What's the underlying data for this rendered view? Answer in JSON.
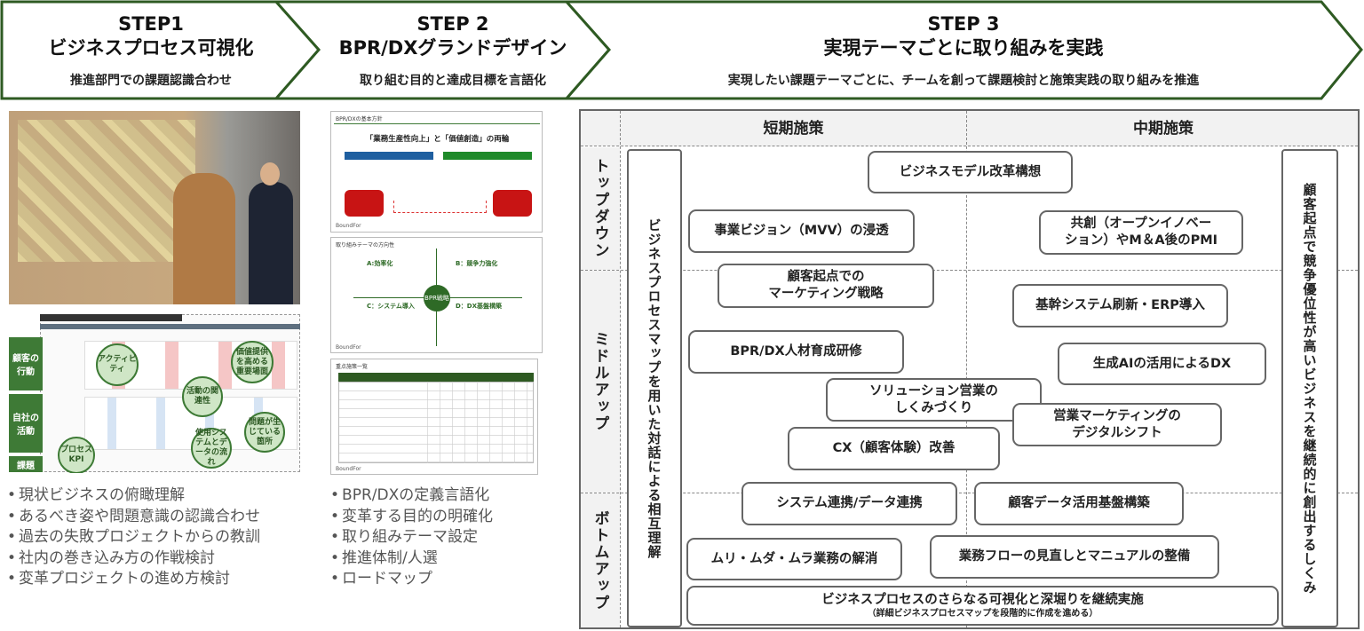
{
  "steps": [
    {
      "title": "STEP1",
      "subtitle": "ビジネスプロセス可視化",
      "description": "推進部門での課題認識合わせ"
    },
    {
      "title": "STEP 2",
      "subtitle": "BPR/DXグランドデザイン",
      "description": "取り組む目的と達成目標を言語化"
    },
    {
      "title": "STEP 3",
      "subtitle": "実現テーマごとに取り組みを実践",
      "description": "実現したい課題テーマごとに、チームを創って課題検討と施策実践の取り組みを推進"
    }
  ],
  "step1": {
    "process_map": {
      "row_labels": [
        "顧客の行動",
        "自社の活動",
        "課題"
      ],
      "callouts": [
        "アクティビティ",
        "価値提供を高める重要場面",
        "活動の関連性",
        "問題が生じている箇所",
        "使用システムとデータの流れ",
        "プロセスKPI"
      ]
    },
    "bullets": [
      "現状ビジネスの俯瞰理解",
      "あるべき姿や問題意識の認識合わせ",
      "過去の失敗プロジェクトからの教訓",
      "社内の巻き込み方の作戦検討",
      "変革プロジェクトの進め方検討"
    ]
  },
  "step2": {
    "slide1": {
      "header": "BPR/DXの基本方針",
      "title": "「業務生産性向上」と「価値創造」の両輪",
      "brand": "BoundFor"
    },
    "slide2": {
      "header": "取り組みテーマの方向性",
      "center": "BPR戦略",
      "quadrants": [
        "A:効率化",
        "B：競争力強化",
        "C：システム導入",
        "D：DX基盤構築"
      ],
      "brand": "BoundFor"
    },
    "slide3": {
      "header": "重点施策一覧",
      "brand": "BoundFor"
    },
    "bullets": [
      "BPR/DXの定義言語化",
      "変革する目的の明確化",
      "取り組みテーマ設定",
      "推進体制/人選",
      "ロードマップ"
    ]
  },
  "step3": {
    "columns": [
      "短期施策",
      "中期施策"
    ],
    "rows": [
      "トップダウン",
      "ミドルアップ",
      "ボトムアップ"
    ],
    "left_band": "ビジネスプロセスマップを用いた対話による相互理解",
    "right_band": "顧客起点で競争優位性が高いビジネスを継続的に創出するしくみ",
    "items": [
      {
        "text": "ビジネスモデル改革構想"
      },
      {
        "text": "事業ビジョン（MVV）の浸透"
      },
      {
        "text": "共創（オープンイノベーション）やM＆A後のPMI",
        "lines": [
          "共創（オープンイノベー",
          "ション）やM＆A後のPMI"
        ]
      },
      {
        "lines": [
          "顧客起点での",
          "マーケティング戦略"
        ]
      },
      {
        "text": "基幹システム刷新・ERP導入"
      },
      {
        "text": "BPR/DX人材育成研修"
      },
      {
        "text": "生成AIの活用によるDX"
      },
      {
        "lines": [
          "ソリューション営業の",
          "しくみづくり"
        ]
      },
      {
        "lines": [
          "営業マーケティングの",
          "デジタルシフト"
        ]
      },
      {
        "text": "CX（顧客体験）改善"
      },
      {
        "text": "システム連携/データ連携"
      },
      {
        "text": "顧客データ活用基盤構築"
      },
      {
        "text": "ムリ・ムダ・ムラ業務の解消"
      },
      {
        "text": "業務フローの見直しとマニュアルの整備"
      },
      {
        "text": "ビジネスプロセスのさらなる可視化と深堀りを継続実施",
        "note": "（詳細ビジネスプロセスマップを段階的に作成を進める）"
      }
    ]
  },
  "colors": {
    "accent": "#2e5a22",
    "bubble": "#cfe6c6",
    "border": "#666666"
  }
}
